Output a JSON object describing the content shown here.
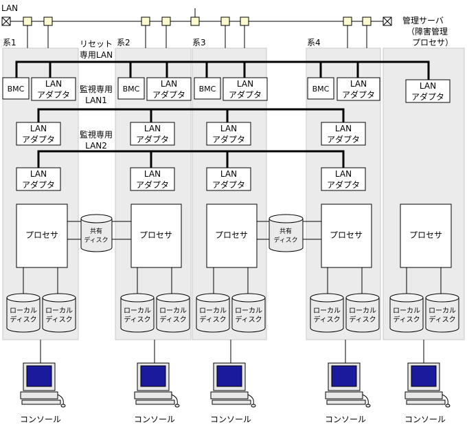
{
  "lan_label": "LAN",
  "manager_server": [
    "管理サーバ",
    "（障害管理",
    "プロセサ）"
  ],
  "systems": [
    "系1",
    "系2",
    "系3",
    "系4"
  ],
  "reset_lan": [
    "リセット",
    "専用LAN"
  ],
  "monitor_lan1": [
    "監視専用",
    "LAN1"
  ],
  "monitor_lan2": [
    "監視専用",
    "LAN2"
  ],
  "bmc": "BMC",
  "lan_adapter": [
    "LAN",
    "アダプタ"
  ],
  "processor": "プロセサ",
  "shared_disk": [
    "共有",
    "ディスク"
  ],
  "local_disk": [
    "ローカル",
    "ディスク"
  ],
  "console": "コンソール",
  "colors": {
    "panel": "#ebebeb",
    "connector": "#fffbd0",
    "screen": "#1a1a9c"
  }
}
